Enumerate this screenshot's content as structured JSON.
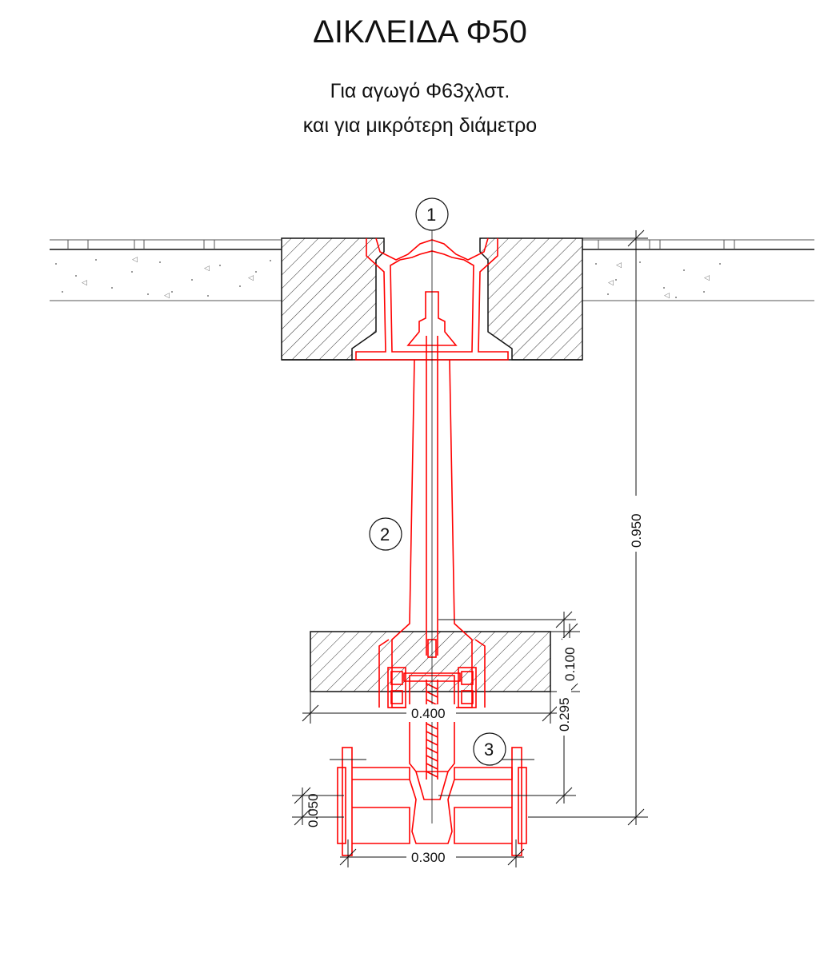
{
  "title": "ΔΙΚΛΕΙΔΑ Φ50",
  "subtitle_line1": "Για αγωγό Φ63χλστ.",
  "subtitle_line2": "και για μικρότερη διάμετρο",
  "callouts": [
    "1",
    "2",
    "3"
  ],
  "dimensions": {
    "total_height": "0.950",
    "spindle_length": "0.295",
    "pipe_offset": "0.050",
    "flange_width": "0.300",
    "base_height": "0.100",
    "base_width": "0.400"
  },
  "colors": {
    "valve": "#ff0000",
    "lines": "#111111"
  }
}
